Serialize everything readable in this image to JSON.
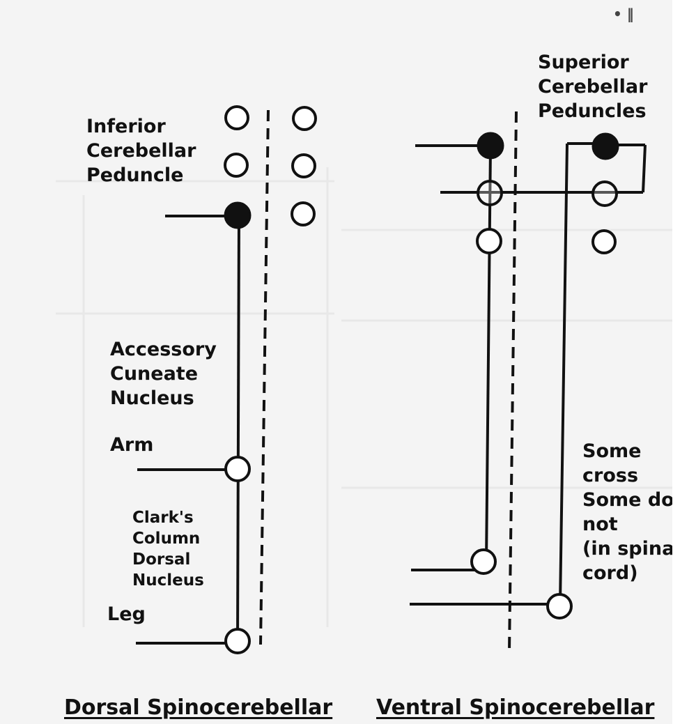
{
  "labels": {
    "inferior": [
      "Inferior",
      "Cerebellar",
      "Peduncle"
    ],
    "superior": [
      "Superior",
      "Cerebellar",
      "Peduncles"
    ],
    "accessory": [
      "Accessory",
      "Cuneate",
      "Nucleus"
    ],
    "arm": "Arm",
    "clarks": [
      "Clark's",
      "Column",
      "Dorsal",
      "Nucleus"
    ],
    "leg": "Leg",
    "some_cross": [
      "Some",
      "cross",
      "Some do",
      "not",
      "(in spina",
      "cord)"
    ]
  },
  "captions": {
    "dorsal": "Dorsal Spinocerebellar",
    "ventral": "Ventral Spinocerebellar"
  },
  "corner_marks": "•  ‖",
  "colors": {
    "ink": "#111111",
    "background": "#f4f4f4"
  }
}
